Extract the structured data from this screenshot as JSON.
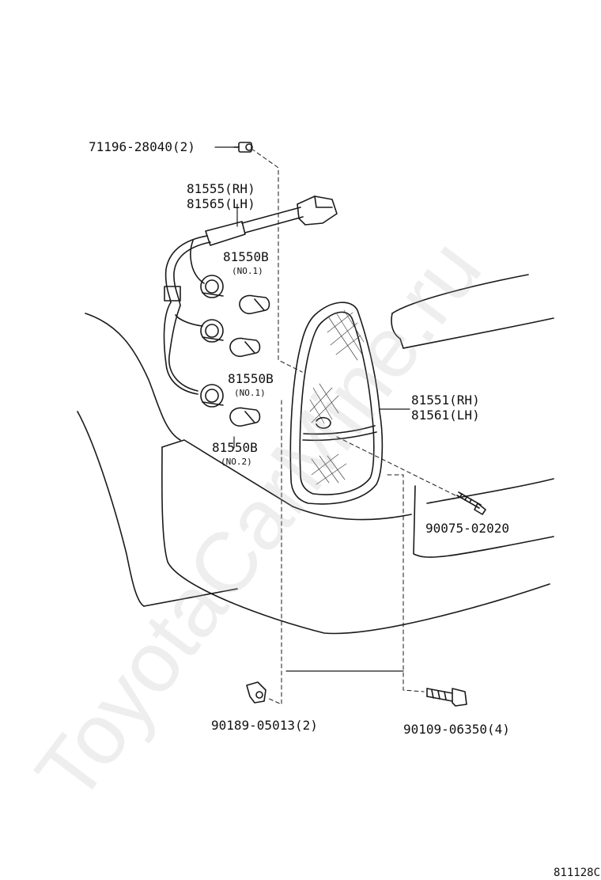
{
  "diagram": {
    "parts": [
      {
        "label": "71196-28040(2)"
      },
      {
        "label_line1": "81555(RH)",
        "label_line2": "81565(LH)"
      },
      {
        "label": "81550B",
        "sub": "(NO.1)"
      },
      {
        "label": "81550B",
        "sub": "(NO.1)"
      },
      {
        "label": "81550B",
        "sub": "(NO.2)"
      },
      {
        "label_line1": "81551(RH)",
        "label_line2": "81561(LH)"
      },
      {
        "label": "90075-02020"
      },
      {
        "label": "90189-05013(2)"
      },
      {
        "label": "90109-06350(4)"
      }
    ],
    "watermark": "ToyotaCarMine.ru",
    "figure_code": "811128C"
  }
}
